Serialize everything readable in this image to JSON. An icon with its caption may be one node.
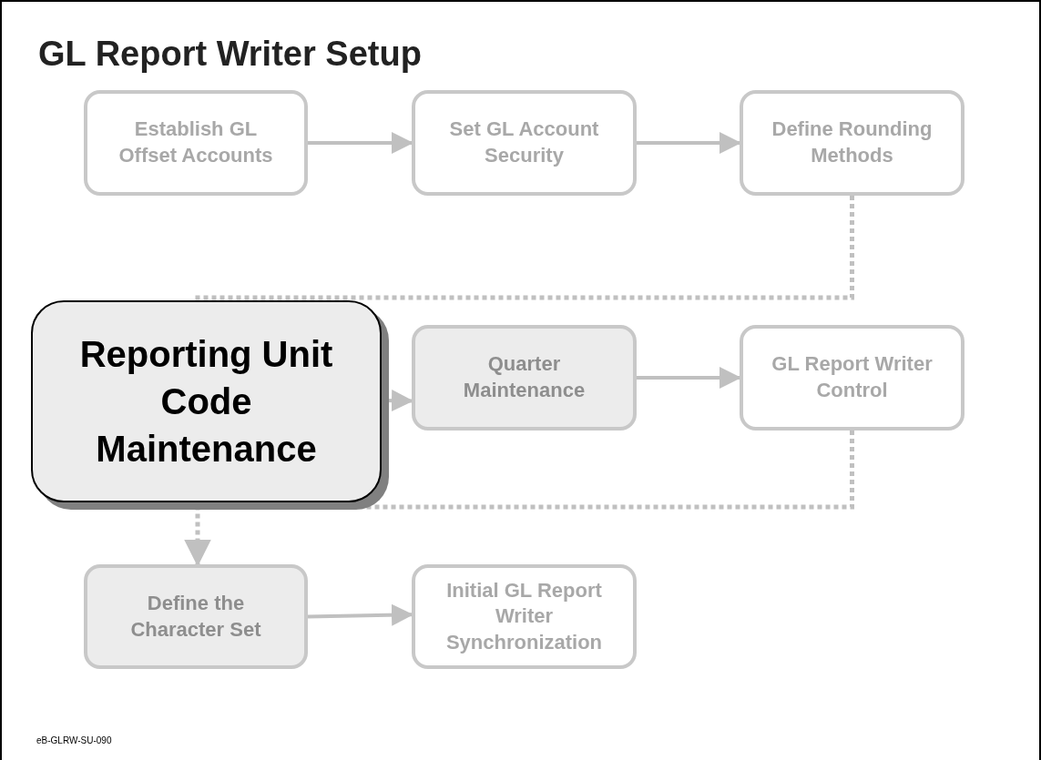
{
  "diagram": {
    "title": "GL Report Writer Setup",
    "nodes": [
      {
        "text": [
          "Establish GL Offset Accounts"
        ]
      },
      {
        "text": [
          "Set GL Account Security"
        ]
      },
      {
        "text": [
          "Define Rounding Methods"
        ]
      },
      {
        "text": [
          "Reporting Unit Code Maintenance"
        ]
      },
      {
        "text": [
          "Quarter Maintenance"
        ]
      },
      {
        "text": [
          "GL Report Writer Control"
        ]
      },
      {
        "text": [
          "Define the Character Set"
        ]
      },
      {
        "text": [
          "Initial GL Report Writer Synchronization"
        ]
      }
    ],
    "edges": [
      {
        "from": 0,
        "to": 1,
        "arrow": "to"
      },
      {
        "from": 1,
        "to": 2,
        "arrow": "to"
      },
      {
        "from": 2,
        "to": 3,
        "arrow": "none",
        "style": "dashed"
      },
      {
        "from": 3,
        "to": 4,
        "arrow": "to"
      },
      {
        "from": 4,
        "to": 5,
        "arrow": "to"
      },
      {
        "from": 5,
        "to": 6,
        "arrow": "to",
        "style": "dashed"
      },
      {
        "from": 6,
        "to": 7,
        "arrow": "to"
      }
    ],
    "labels": [
      "eB-GLRW-SU-090"
    ]
  }
}
